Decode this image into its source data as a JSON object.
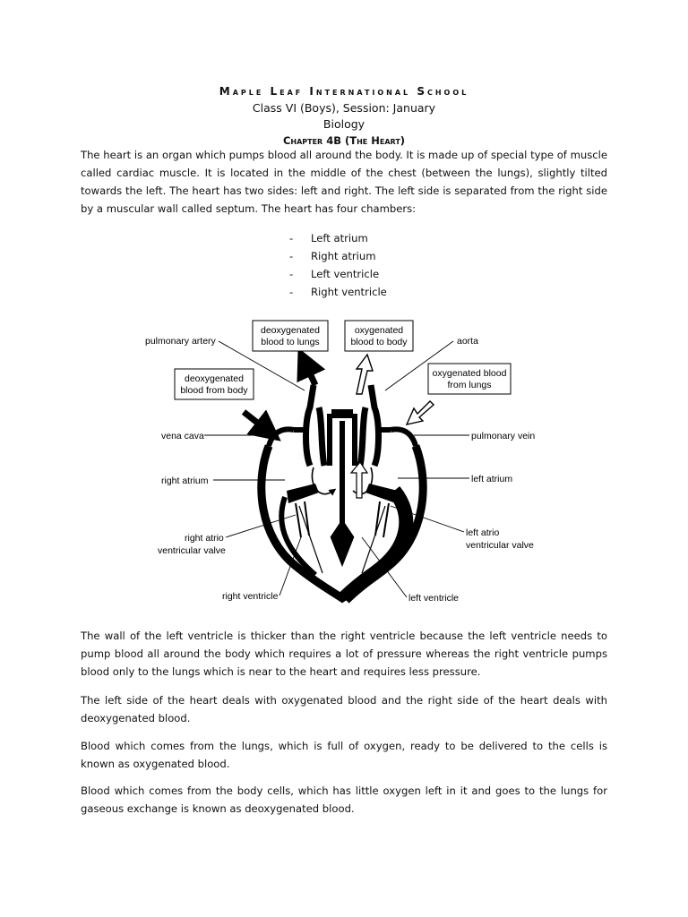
{
  "header": {
    "school_name": "Maple Leaf International School",
    "class_line": "Class VI (Boys), Session: January",
    "subject": "Biology",
    "chapter": "Chapter 4B (The Heart)"
  },
  "intro": "The heart is an organ which pumps blood all around the body. It is made up of special type of muscle called cardiac muscle. It is located in the middle of the chest (between the lungs), slightly tilted towards the left. The heart has two sides: left and right. The left side is separated from the right side by a muscular wall called septum. The heart has four chambers:",
  "chambers": [
    "Left atrium",
    "Right atrium",
    "Left ventricle",
    "Right ventricle"
  ],
  "diagram": {
    "labels": {
      "pulmonary_artery": "pulmonary artery",
      "deoxy_to_lungs_1": "deoxygenated",
      "deoxy_to_lungs_2": "blood to lungs",
      "oxy_to_body_1": "oxygenated",
      "oxy_to_body_2": "blood to body",
      "aorta": "aorta",
      "deoxy_from_body_1": "deoxygenated",
      "deoxy_from_body_2": "blood from body",
      "oxy_from_lungs_1": "oxygenated blood",
      "oxy_from_lungs_2": "from lungs",
      "vena_cava": "vena cava",
      "pulmonary_vein": "pulmonary vein",
      "right_atrium": "right atrium",
      "left_atrium": "left atrium",
      "right_valve_1": "right atrio",
      "right_valve_2": "ventricular valve",
      "left_valve_1": "left atrio",
      "left_valve_2": "ventricular  valve",
      "right_ventricle": "right ventricle",
      "left_ventricle": "left ventricle"
    }
  },
  "paragraphs": [
    "The wall of the left ventricle is thicker than the right ventricle because the left ventricle needs to pump blood all around the body which requires a lot of pressure whereas the right ventricle pumps blood only to the lungs which is near to the heart and requires less pressure.",
    "The left side of the heart deals with oxygenated blood and the right side of the heart deals with deoxygenated blood.",
    "Blood which comes from the lungs, which is full of oxygen, ready to be delivered to the cells is known as oxygenated blood.",
    "Blood which comes from the body cells, which has little oxygen left in it and goes to the lungs for gaseous exchange is known as deoxygenated blood."
  ]
}
